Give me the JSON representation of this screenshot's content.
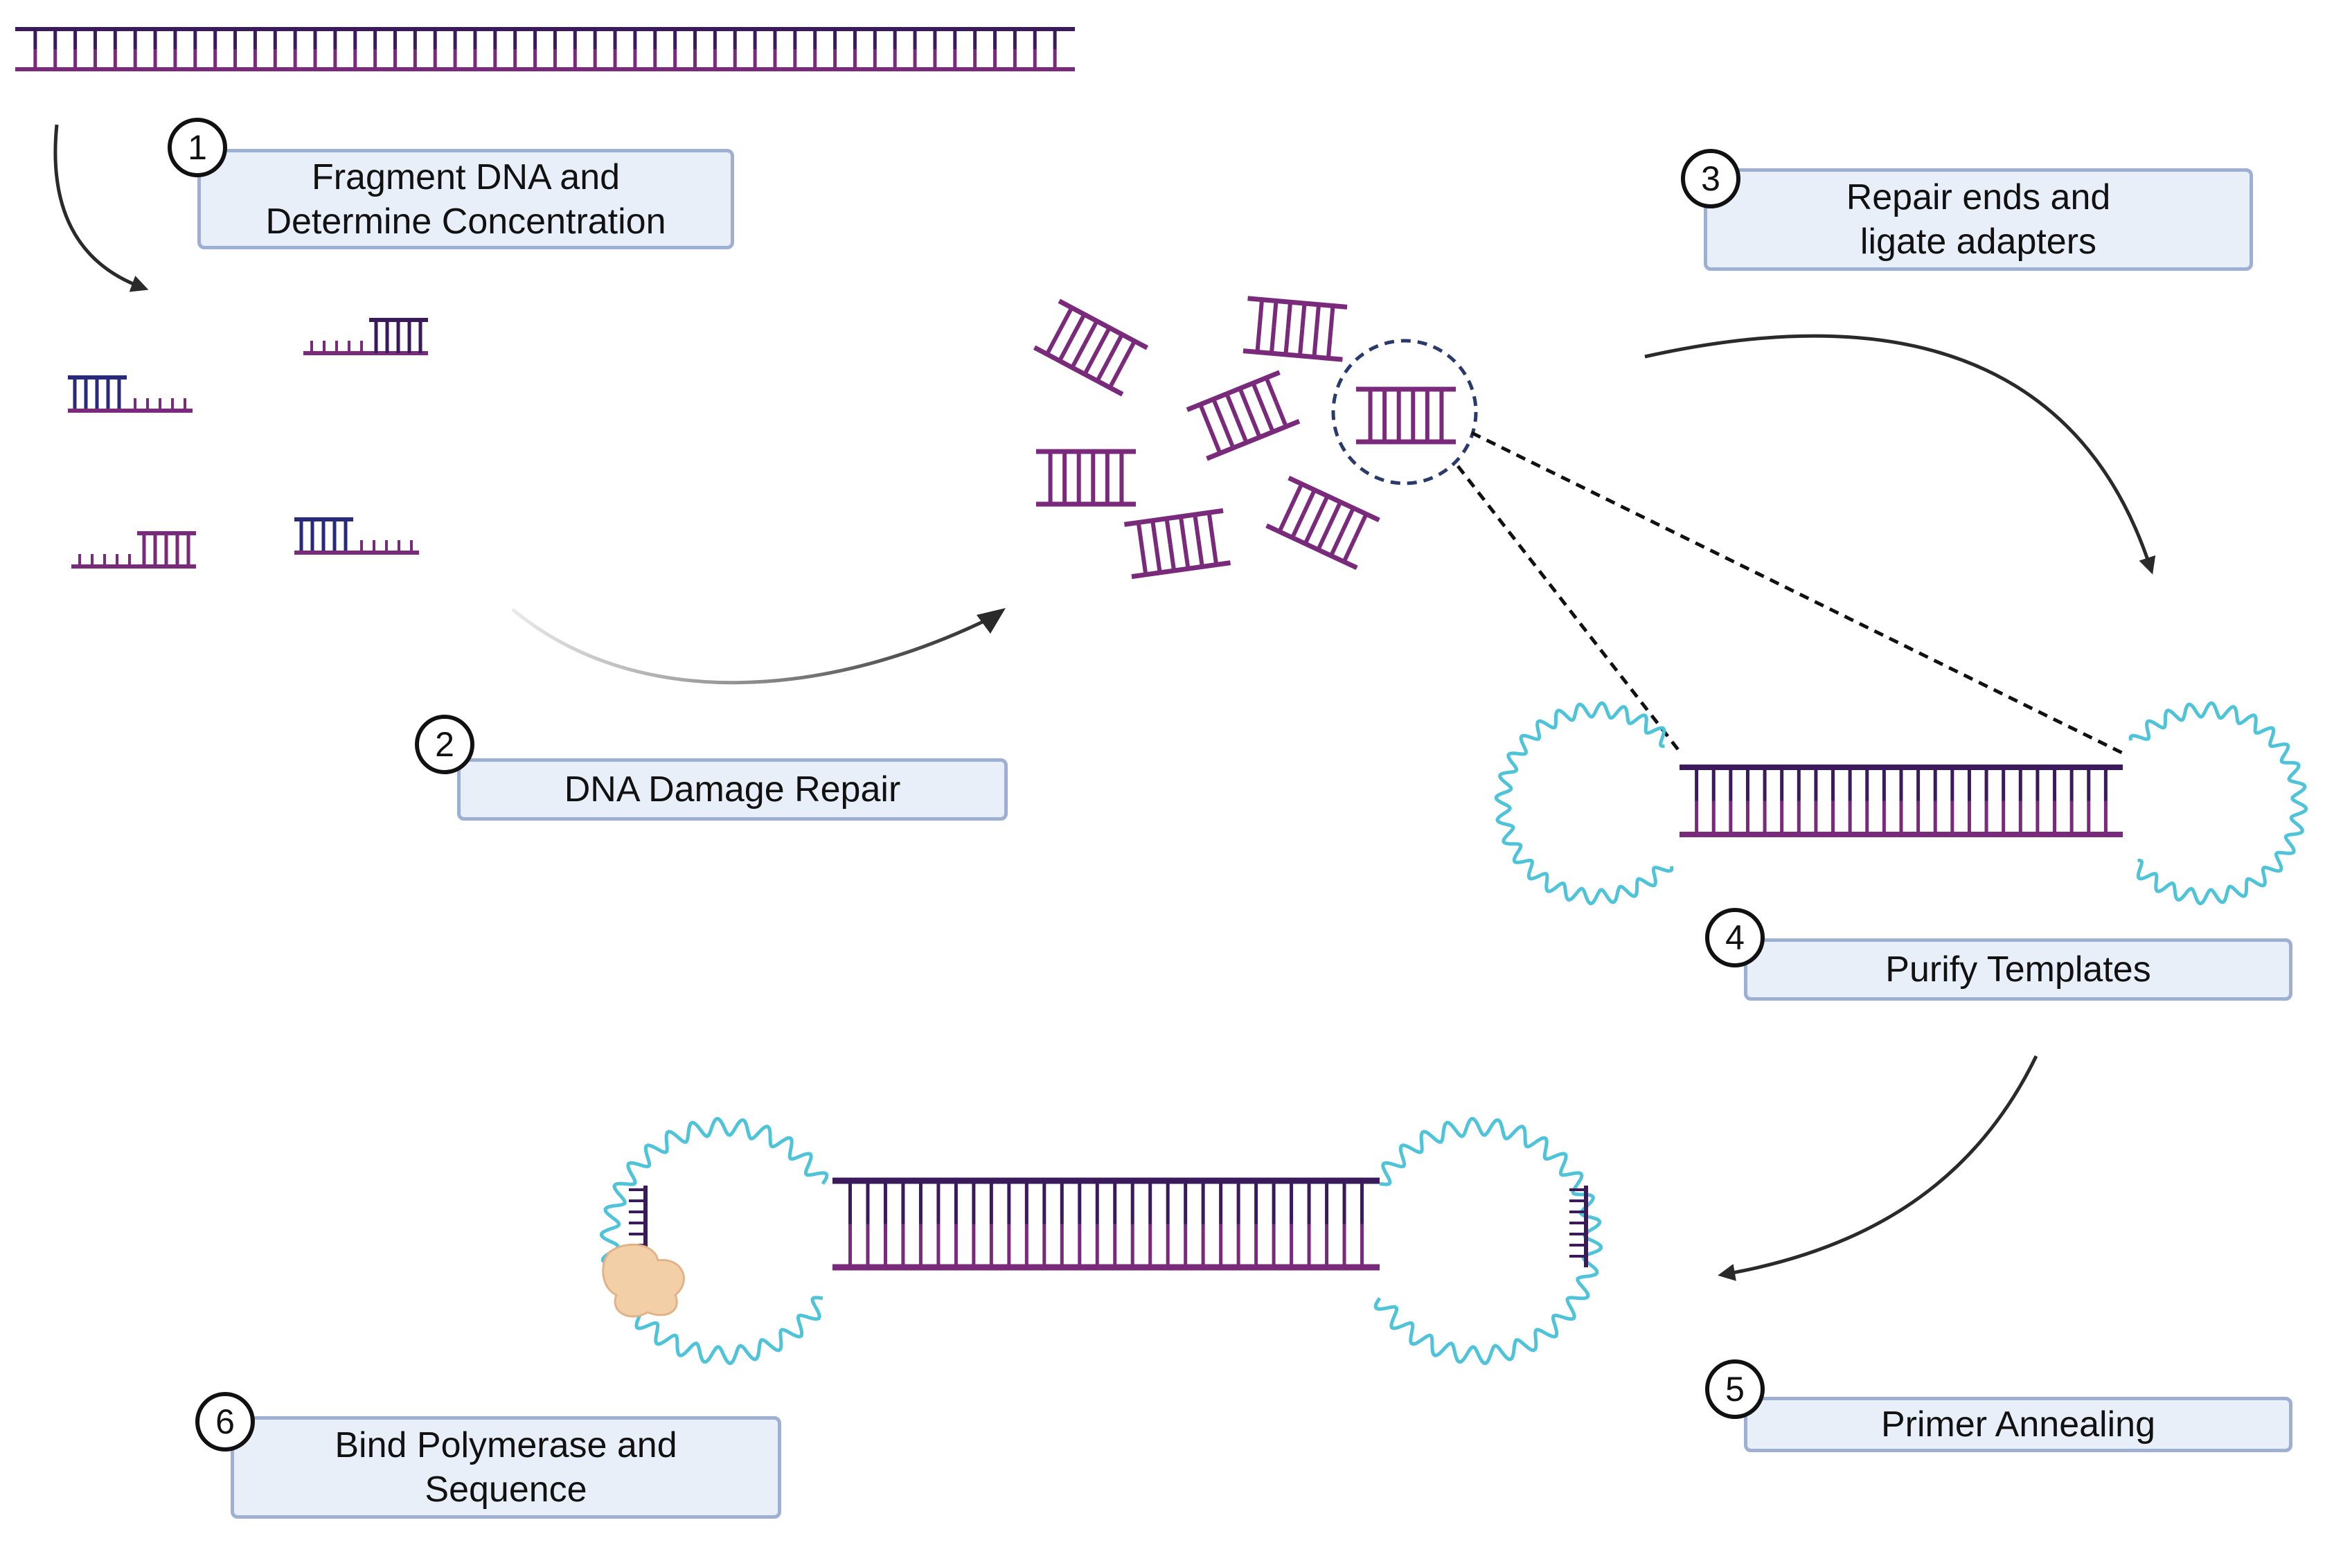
{
  "colors": {
    "strand_purple": "#7a2a7a",
    "strand_dark": "#3a1a5a",
    "strand_blue": "#2a2a7a",
    "adapter_loop": "#4fc3d8",
    "arrow": "#2a2a2a",
    "box_fill": "#e9eff9",
    "box_border": "#9db0d4",
    "polymerase": "#f3cfa8"
  },
  "steps": [
    {
      "number": "1",
      "lines": [
        "Fragment DNA and",
        "Determine Concentration"
      ]
    },
    {
      "number": "2",
      "lines": [
        "DNA Damage Repair"
      ]
    },
    {
      "number": "3",
      "lines": [
        "Repair ends and",
        "ligate adapters"
      ]
    },
    {
      "number": "4",
      "lines": [
        "Purify Templates"
      ]
    },
    {
      "number": "5",
      "lines": [
        "Primer Annealing"
      ]
    },
    {
      "number": "6",
      "lines": [
        "Bind Polymerase and",
        "Sequence"
      ]
    }
  ]
}
